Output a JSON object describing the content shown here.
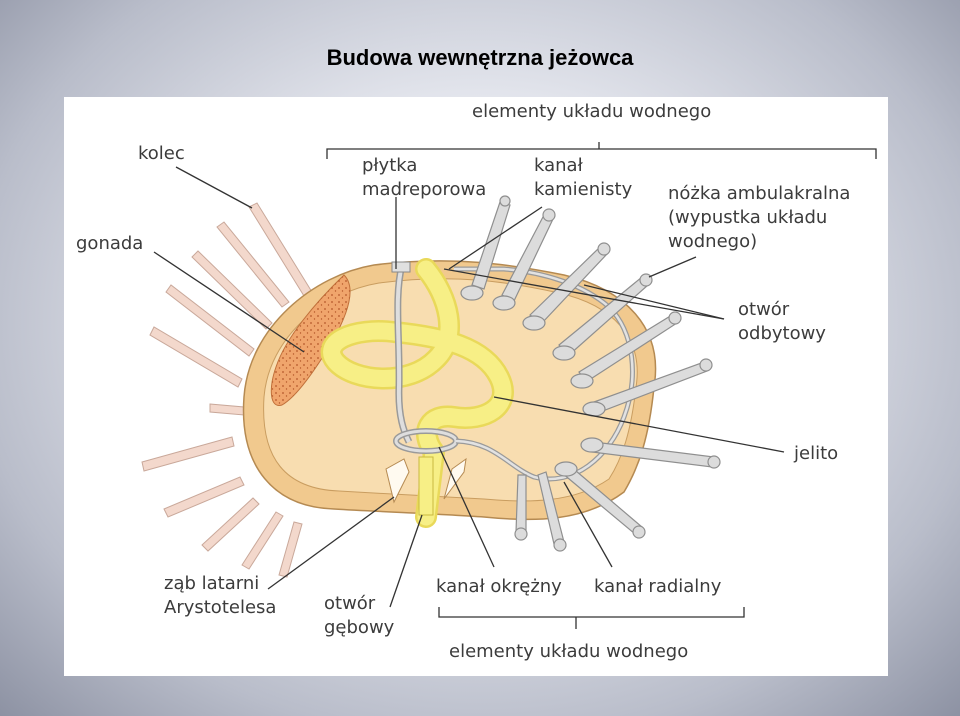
{
  "title": "Budowa wewnętrzna jeżowca",
  "labels": {
    "top_group": "elementy układu wodnego",
    "bottom_group": "elementy układu wodnego",
    "kolec": "kolec",
    "gonada": "gonada",
    "plytka_line1": "płytka",
    "plytka_line2": "madreporowa",
    "kanal_kam_line1": "kanał",
    "kanal_kam_line2": "kamienisty",
    "nozka_line1": "nóżka ambulakralna",
    "nozka_line2": "(wypustka układu",
    "nozka_line3": "wodnego)",
    "otwor_odb_line1": "otwór",
    "otwor_odb_line2": "odbytowy",
    "jelito": "jelito",
    "zab_line1": "ząb latarni",
    "zab_line2": "Arystotelesa",
    "otwor_geb_line1": "otwór",
    "otwor_geb_line2": "gębowy",
    "kanal_okrezny": "kanał okrężny",
    "kanal_radialny": "kanał radialny"
  },
  "colors": {
    "body_fill": "#f8ddb0",
    "test_wall": "#f1c98e",
    "intestine": "#f7ef86",
    "gonad": "#f0a56c",
    "water_vascular": "#d9d9d9",
    "spine": "#f3d8cc",
    "leader_line": "#333333"
  }
}
